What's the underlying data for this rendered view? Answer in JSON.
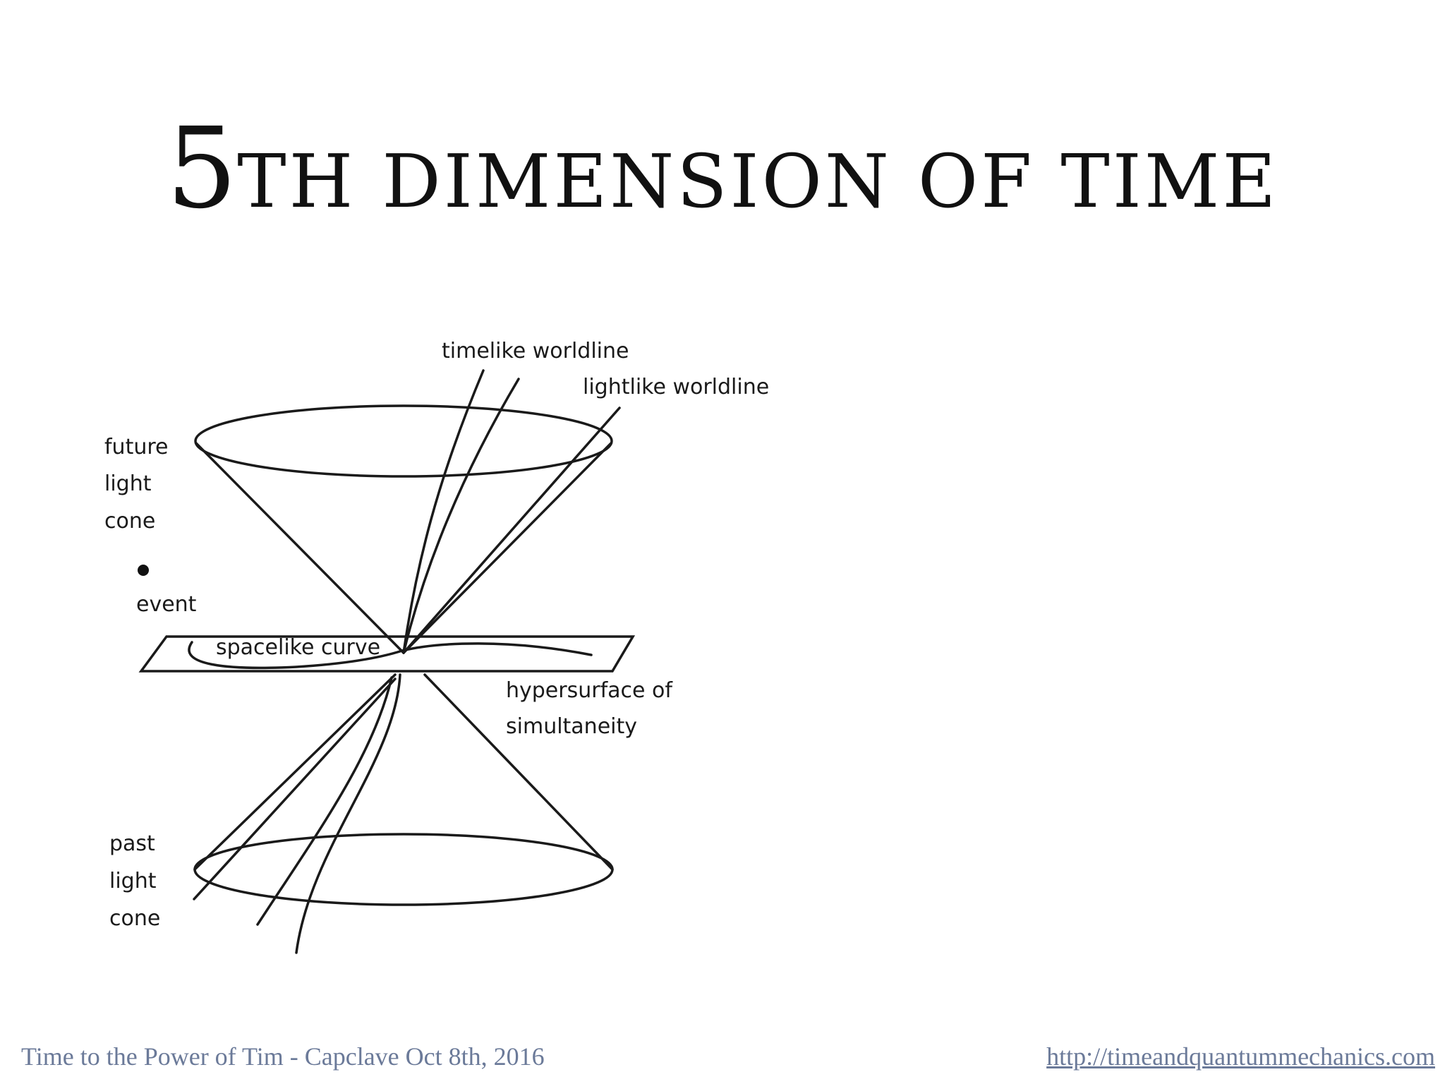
{
  "slide": {
    "title_lead": "5",
    "title_rest": "th dimension of time"
  },
  "diagram": {
    "labels": {
      "timelike": "timelike worldline",
      "lightlike": "lightlike worldline",
      "future_1": "future",
      "future_2": "light",
      "future_3": "cone",
      "event": "event",
      "spacelike": "spacelike curve",
      "hyper_1": "hypersurface of",
      "hyper_2": "simultaneity",
      "past_1": "past",
      "past_2": "light",
      "past_3": "cone"
    }
  },
  "footer": {
    "left": "Time to the Power of Tim - Capclave Oct 8th, 2016",
    "right": "http://timeandquantummechanics.com"
  }
}
